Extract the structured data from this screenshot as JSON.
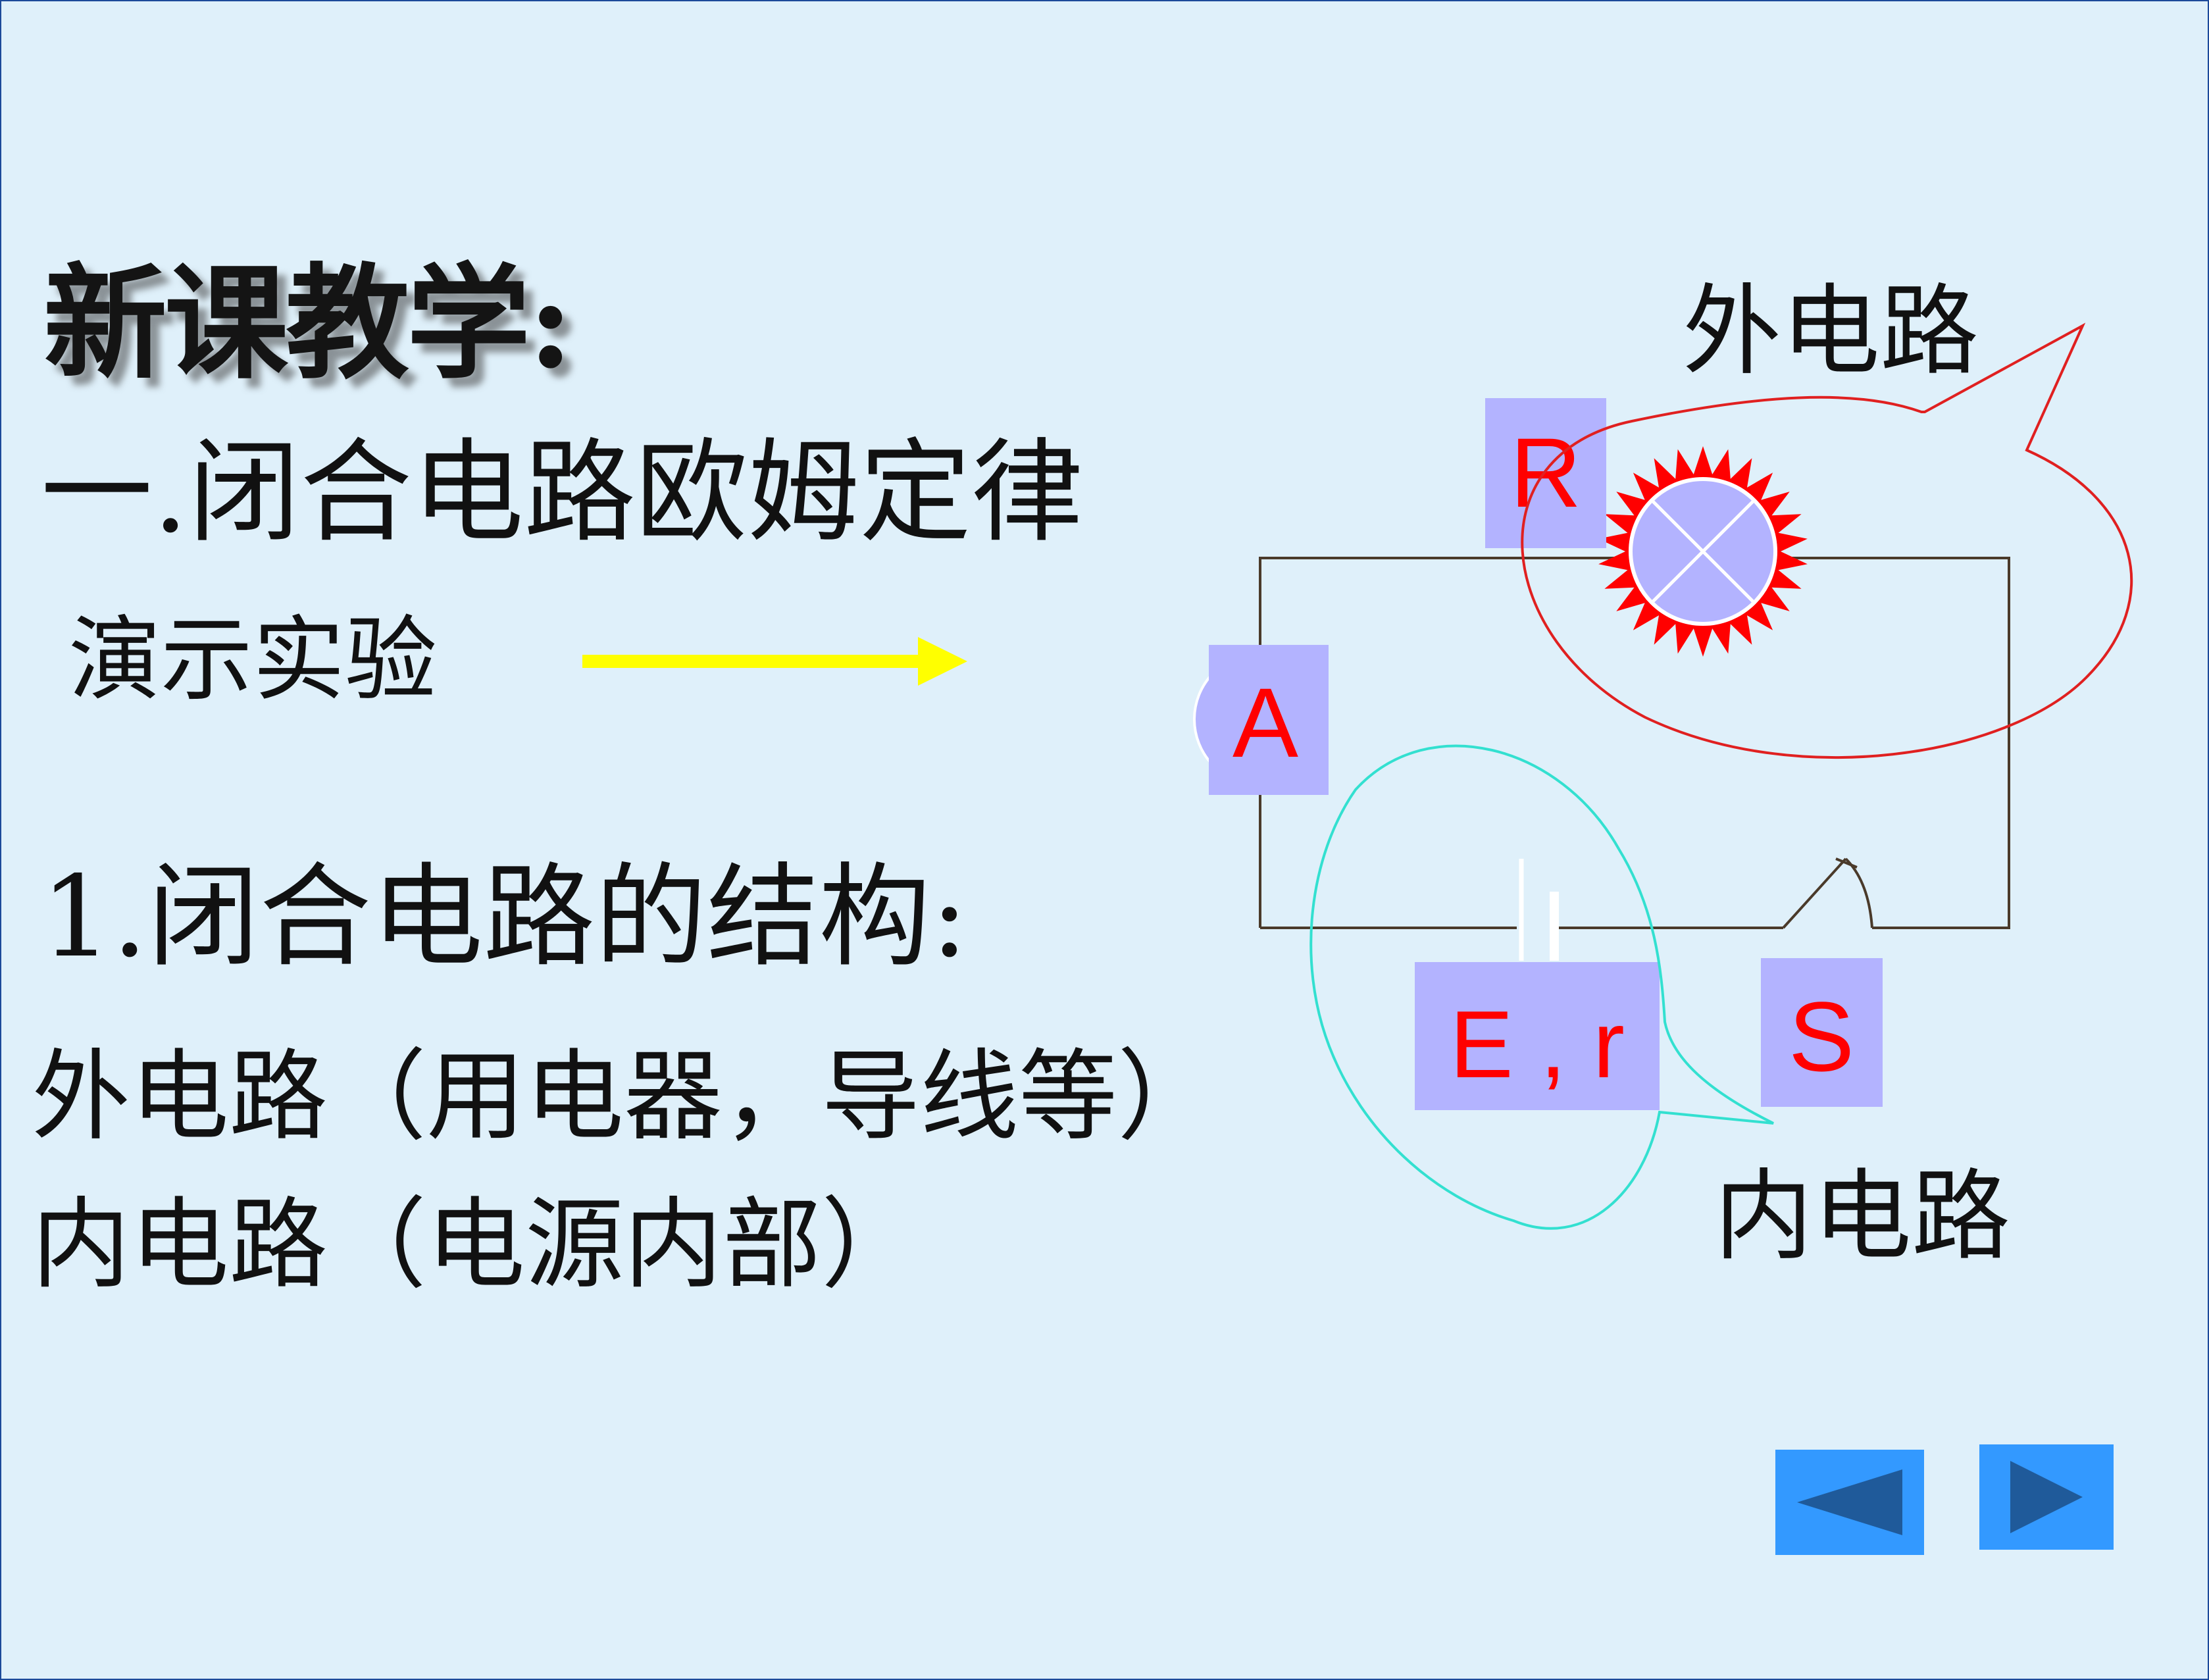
{
  "slide": {
    "title": "新课教学:",
    "heading": "一.闭合电路欧姆定律",
    "demo_label": "演示实验",
    "structure_heading": "1.闭合电路的结构:",
    "outer_description": "外电路（用电器，导线等）",
    "inner_description": "内电路（电源内部）"
  },
  "diagram": {
    "outer_callout": "外电路",
    "inner_callout": "内电路",
    "resistor_label": "R",
    "ammeter_label": "A",
    "source_label": "E , r",
    "switch_label": "S"
  },
  "navigation": {
    "prev_icon": "triangle-left-icon",
    "next_icon": "triangle-right-icon"
  },
  "colors": {
    "background": "#dff0fa",
    "label_box": "#b3b3ff",
    "label_text": "#ff0000",
    "arrow": "#ffff00",
    "outer_bubble": "#e02020",
    "inner_bubble": "#33e0d0",
    "nav_button": "#3399ff",
    "nav_icon": "#1f5a9a"
  }
}
